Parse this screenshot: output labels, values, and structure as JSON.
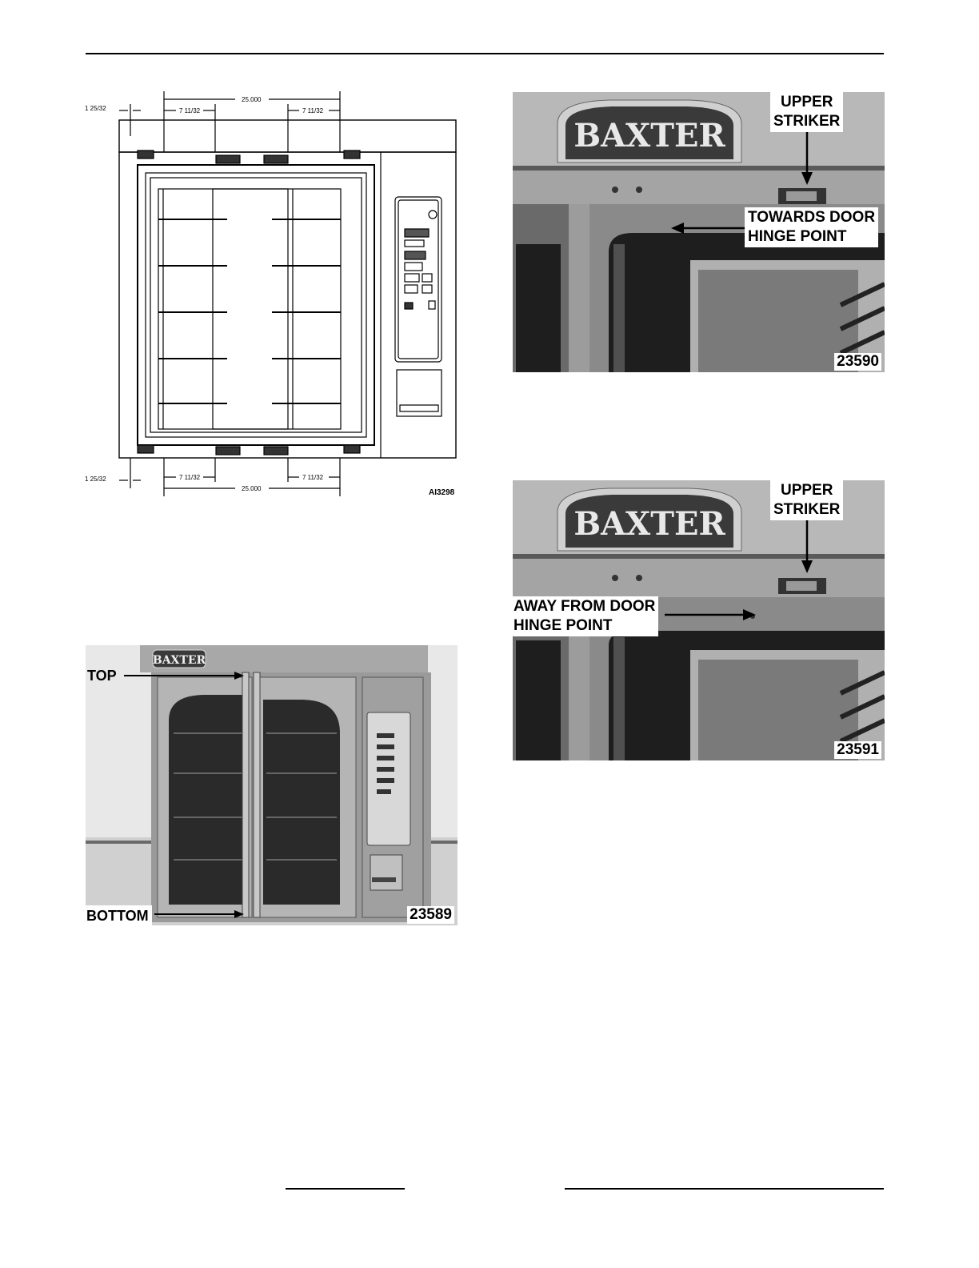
{
  "figures": {
    "drawing": {
      "code": "AI3298",
      "dim_overall": "25.000",
      "dim_inner": "7 11/32",
      "dim_edge": "1 25/32"
    },
    "photo_front": {
      "number": "23589",
      "brand": "BAXTER",
      "label_top": "TOP",
      "label_bottom": "BOTTOM"
    },
    "photo_upper_1": {
      "number": "23590",
      "brand": "BAXTER",
      "label_striker": "UPPER\nSTRIKER",
      "label_direction": "TOWARDS DOOR\nHINGE POINT"
    },
    "photo_upper_2": {
      "number": "23591",
      "brand": "BAXTER",
      "label_striker": "UPPER\nSTRIKER",
      "label_direction": "AWAY FROM DOOR\nHINGE POINT"
    }
  },
  "colors": {
    "ink": "#000000",
    "stainless": "#b4b4b4",
    "dark_glass": "#2a2a2a"
  }
}
